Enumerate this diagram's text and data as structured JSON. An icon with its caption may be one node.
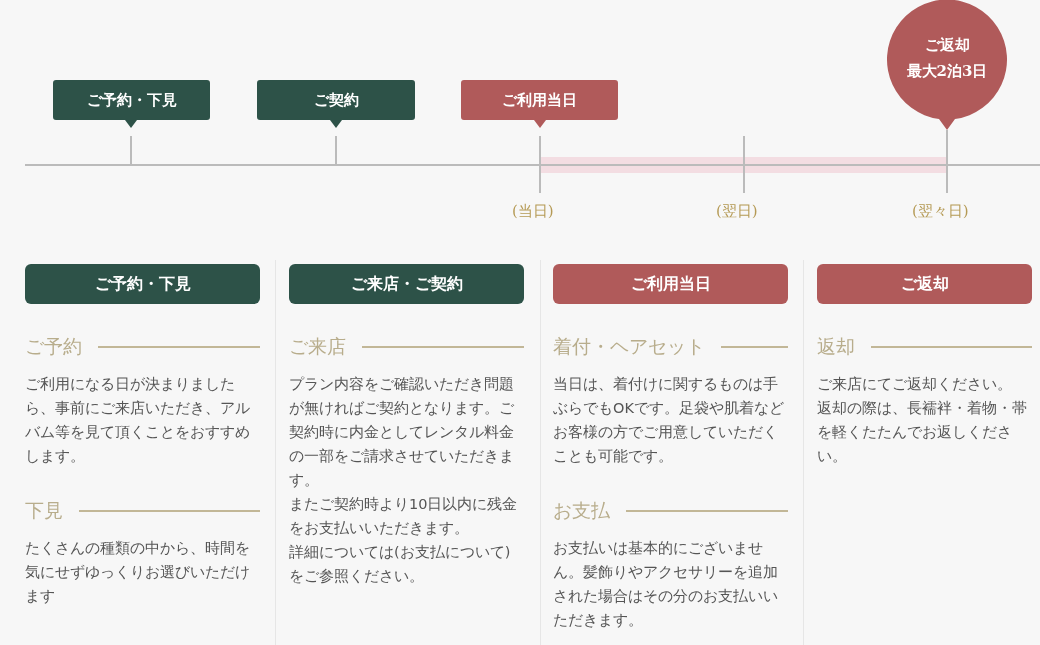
{
  "diagram": {
    "nodes": [
      {
        "text": [
          "ご予約・下見"
        ]
      },
      {
        "text": [
          "ご契約"
        ]
      },
      {
        "text": [
          "ご利用当日"
        ]
      },
      {
        "text": [
          "ご返却",
          "最大2泊3日"
        ]
      },
      {
        "text": [
          "ご予約・下見",
          "ご予約",
          "ご利用になる日が決まりましたら、事前にご来店いただき、アルバム等を見て頂くことをおすすめします。",
          "下見",
          "たくさんの種類の中から、時間を気にせずゆっくりお選びいただけます"
        ]
      },
      {
        "text": [
          "ご来店・ご契約",
          "ご来店",
          "プラン内容をご確認いただき問題が無ければご契約となります。ご契約時に内金としてレンタル料金の一部をご請求させていただきます。",
          "またご契約時より10日以内に残金をお支払いいただきます。",
          "詳細については(お支払について)をご参照ください。"
        ]
      },
      {
        "text": [
          "ご利用当日",
          "着付・ヘアセット",
          "当日は、着付けに関するものは手ぶらでもOKです。足袋や肌着などお客様の方でご用意していただくことも可能です。",
          "お支払",
          "お支払いは基本的にございません。髪飾りやアクセサリーを追加された場合はその分のお支払いいただきます。"
        ]
      },
      {
        "text": [
          "ご返却",
          "返却",
          "ご来店にてご返却ください。",
          "返却の際は、長襦袢・着物・帯を軽くたたんでお返しください。"
        ]
      }
    ],
    "labels": [
      "(当日)",
      "(翌日)",
      "(翌々日)"
    ]
  }
}
